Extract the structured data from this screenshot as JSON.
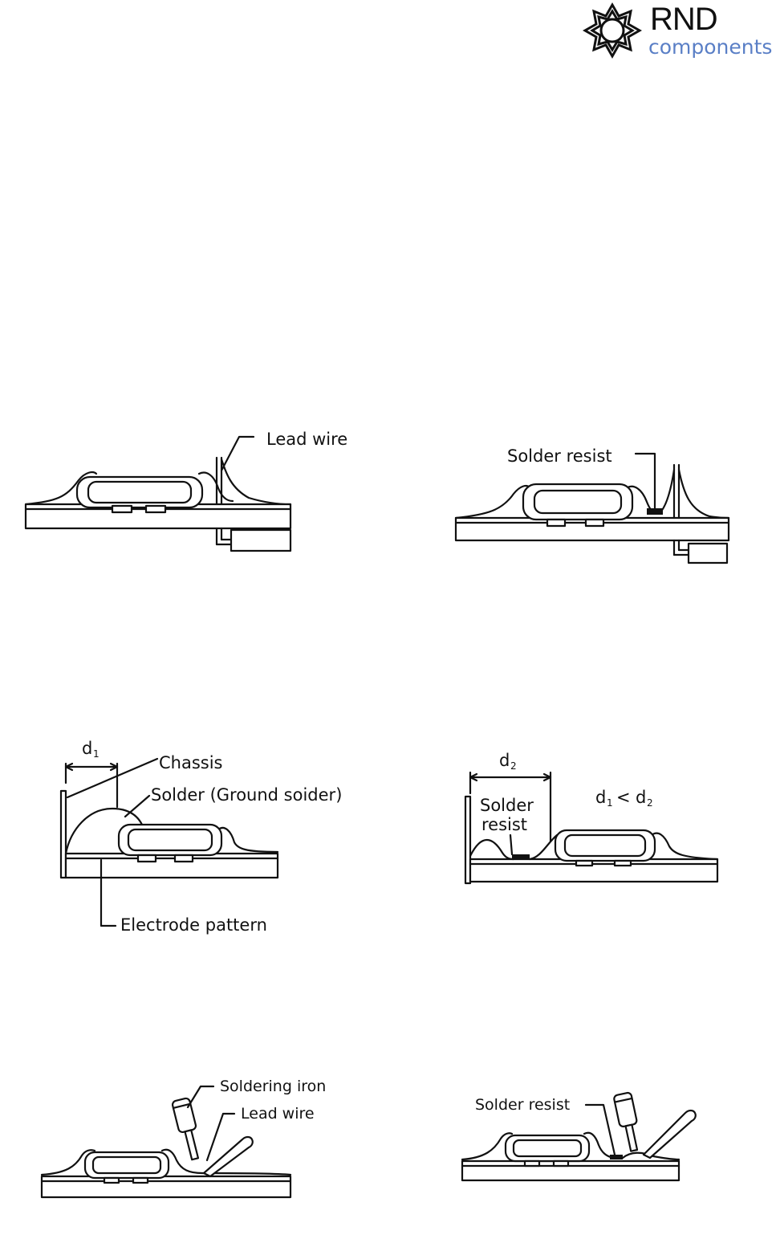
{
  "logo": {
    "name": "RND",
    "tagline": "components",
    "brand_color": "#5a7fc6"
  },
  "figures": {
    "fig1": {
      "lead_wire": "Lead wire"
    },
    "fig2": {
      "solder_resist": "Solder resist"
    },
    "fig3": {
      "d1": "d",
      "d1_sub": "1",
      "chassis": "Chassis",
      "solder": "Solder  (Ground soider)",
      "electrode_pattern": "Electrode pattern"
    },
    "fig4": {
      "d2": "d",
      "d2_sub": "2",
      "solder_resist_line1": "Solder",
      "solder_resist_line2": "resist",
      "relation_a": "d",
      "relation_a_sub": "1",
      "relation_op": "<",
      "relation_b": "d",
      "relation_b_sub": "2"
    },
    "fig5": {
      "soldering_iron": "Soldering iron",
      "lead_wire": "Lead wire"
    },
    "fig6": {
      "solder_resist": "Solder resist"
    }
  }
}
